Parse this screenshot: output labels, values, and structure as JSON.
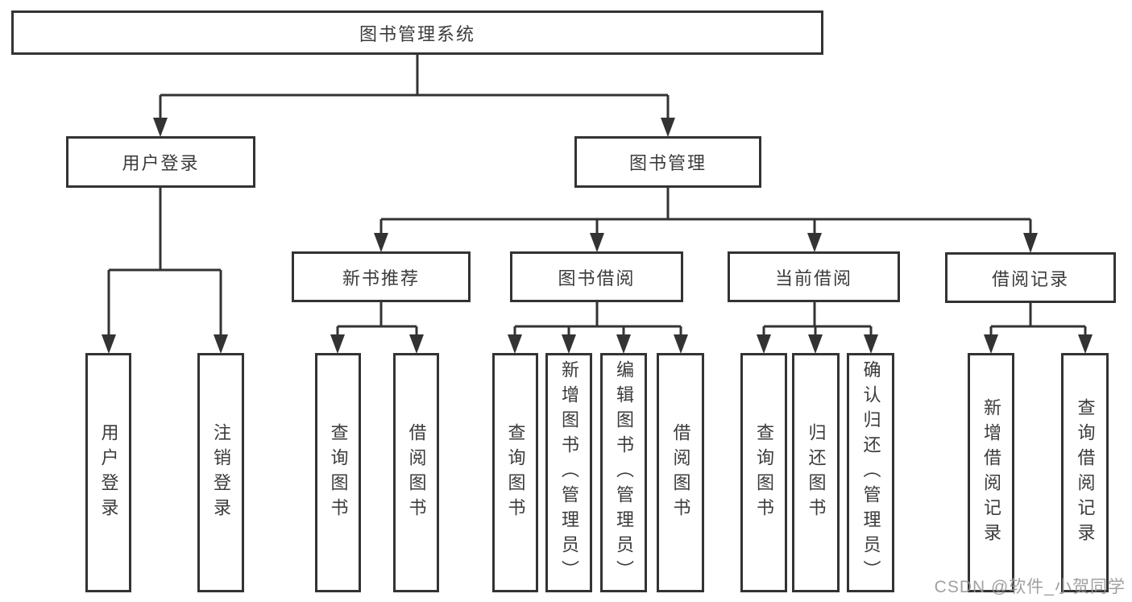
{
  "diagram": {
    "root": {
      "label": "图书管理系统"
    },
    "level2": {
      "user_login": {
        "label": "用户登录"
      },
      "book_management": {
        "label": "图书管理"
      }
    },
    "level3": {
      "new_book_recommend": {
        "label": "新书推荐"
      },
      "book_borrowing": {
        "label": "图书借阅"
      },
      "current_borrowing": {
        "label": "当前借阅"
      },
      "borrowing_records": {
        "label": "借阅记录"
      }
    },
    "leaves": {
      "user_login": [
        "用户登录",
        "注销登录"
      ],
      "new_book_recommend": [
        "查询图书",
        "借阅图书"
      ],
      "book_borrowing": [
        "查询图书",
        "新增图书（管理员）",
        "编辑图书（管理员）",
        "借阅图书"
      ],
      "current_borrowing": [
        "查询图书",
        "归还图书",
        "确认归还（管理员）"
      ],
      "borrowing_records": [
        "新增借阅记录",
        "查询借阅记录"
      ]
    }
  },
  "watermark": {
    "text": "CSDN @软件_小贺同学"
  },
  "colors": {
    "line": "#333333",
    "border": "#333333",
    "text": "#3b3b3b",
    "background": "#ffffff",
    "watermark": "#969696"
  }
}
